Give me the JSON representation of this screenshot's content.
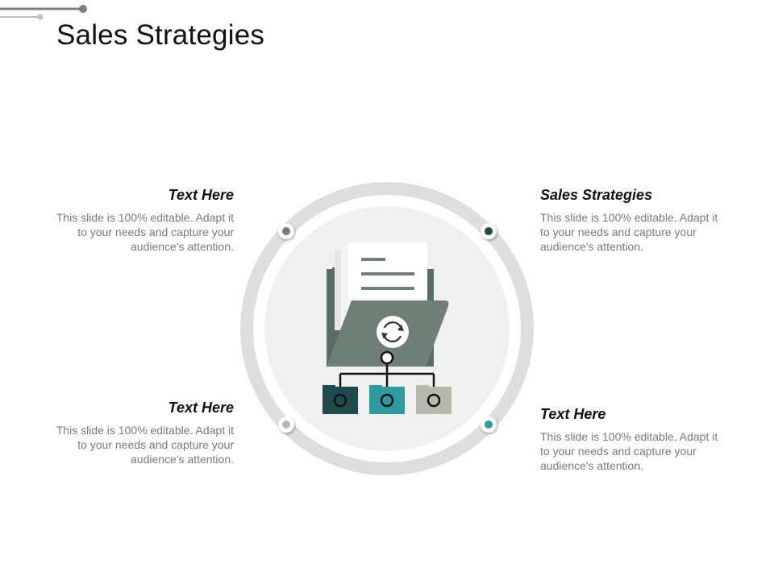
{
  "title": "Sales Strategies",
  "blocks": [
    {
      "heading": "Text Here",
      "body": "This slide is 100% editable. Adapt it to your needs and capture your audience's attention.",
      "dot_color": "#6d7f77"
    },
    {
      "heading": "Sales Strategies",
      "body": "This slide is 100% editable. Adapt it to your needs and capture your audience's attention.",
      "dot_color": "#1f4a4d"
    },
    {
      "heading": "Text Here",
      "body": "This slide is 100% editable. Adapt it to your needs and capture your audience's attention.",
      "dot_color": "#b9b8ad"
    },
    {
      "heading": "Text Here",
      "body": "This slide is 100% editable. Adapt it to your needs and capture your audience's attention.",
      "dot_color": "#2e9ba0"
    }
  ],
  "colors": {
    "ring": "#dedede",
    "inner_circle": "#f0f0f0",
    "folder": "#6d7f77",
    "folder_back": "#5b6c65",
    "connector": "#111111",
    "sub_folders": [
      "#1f4a4d",
      "#2e9ba0",
      "#b9b8ad"
    ]
  },
  "icons": {
    "center": "folder-with-documents-icon",
    "refresh": "refresh-cycle-icon"
  }
}
